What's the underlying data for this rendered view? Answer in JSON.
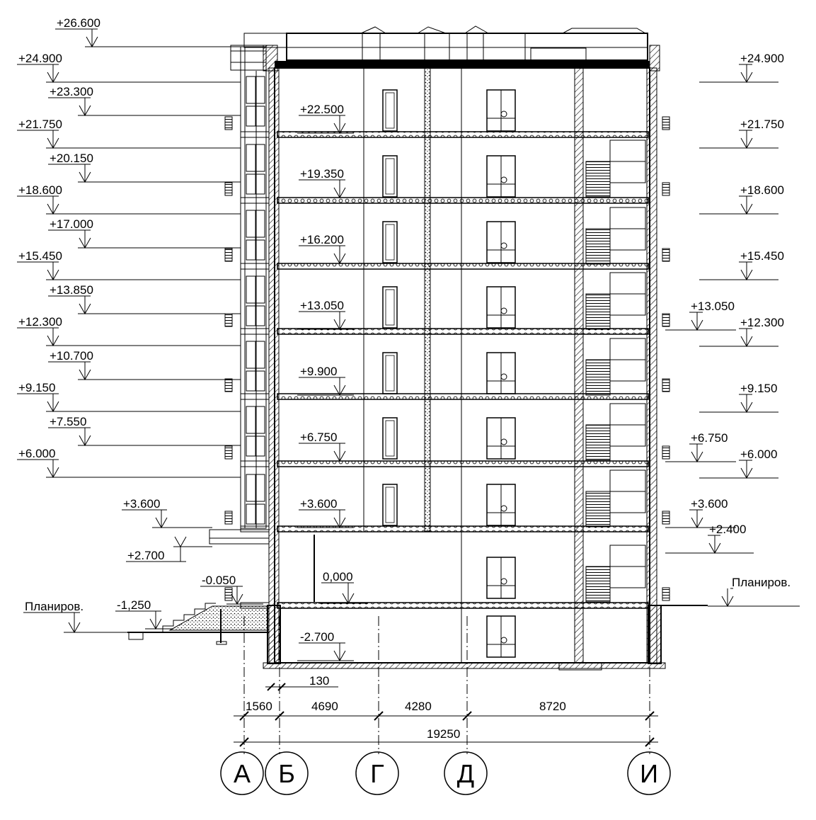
{
  "elevations_left": [
    {
      "label": "+26.600"
    },
    {
      "label": "+24.900"
    },
    {
      "label": "+23.300"
    },
    {
      "label": "+21.750"
    },
    {
      "label": "+20.150"
    },
    {
      "label": "+18.600"
    },
    {
      "label": "+17.000"
    },
    {
      "label": "+15.450"
    },
    {
      "label": "+13.850"
    },
    {
      "label": "+12.300"
    },
    {
      "label": "+10.700"
    },
    {
      "label": "+9.150"
    },
    {
      "label": "+7.550"
    },
    {
      "label": "+6.000"
    },
    {
      "label": "+3.600"
    },
    {
      "label": "+2.700"
    },
    {
      "label": "-0.050"
    },
    {
      "label": "-1,250"
    },
    {
      "label": "Планиров."
    }
  ],
  "elevations_inner": [
    {
      "label": "+22.500"
    },
    {
      "label": "+19.350"
    },
    {
      "label": "+16.200"
    },
    {
      "label": "+13.050"
    },
    {
      "label": "+9.900"
    },
    {
      "label": "+6.750"
    },
    {
      "label": "+3.600"
    },
    {
      "label": "0,000"
    },
    {
      "label": "-2.700"
    }
  ],
  "elevations_right": [
    {
      "label": "+24.900"
    },
    {
      "label": "+21.750"
    },
    {
      "label": "+18.600"
    },
    {
      "label": "+15.450"
    },
    {
      "label": "+13.050"
    },
    {
      "label": "+12.300"
    },
    {
      "label": "+9.150"
    },
    {
      "label": "+6.750"
    },
    {
      "label": "+6.000"
    },
    {
      "label": "+3.600"
    },
    {
      "label": "+2.400"
    },
    {
      "label": "Планиров."
    }
  ],
  "dimensions": [
    {
      "label": "130"
    },
    {
      "label": "1560"
    },
    {
      "label": "4690"
    },
    {
      "label": "4280"
    },
    {
      "label": "8720"
    },
    {
      "label": "19250"
    }
  ],
  "axes": [
    {
      "label": "А"
    },
    {
      "label": "Б"
    },
    {
      "label": "Г"
    },
    {
      "label": "Д"
    },
    {
      "label": "И"
    }
  ]
}
